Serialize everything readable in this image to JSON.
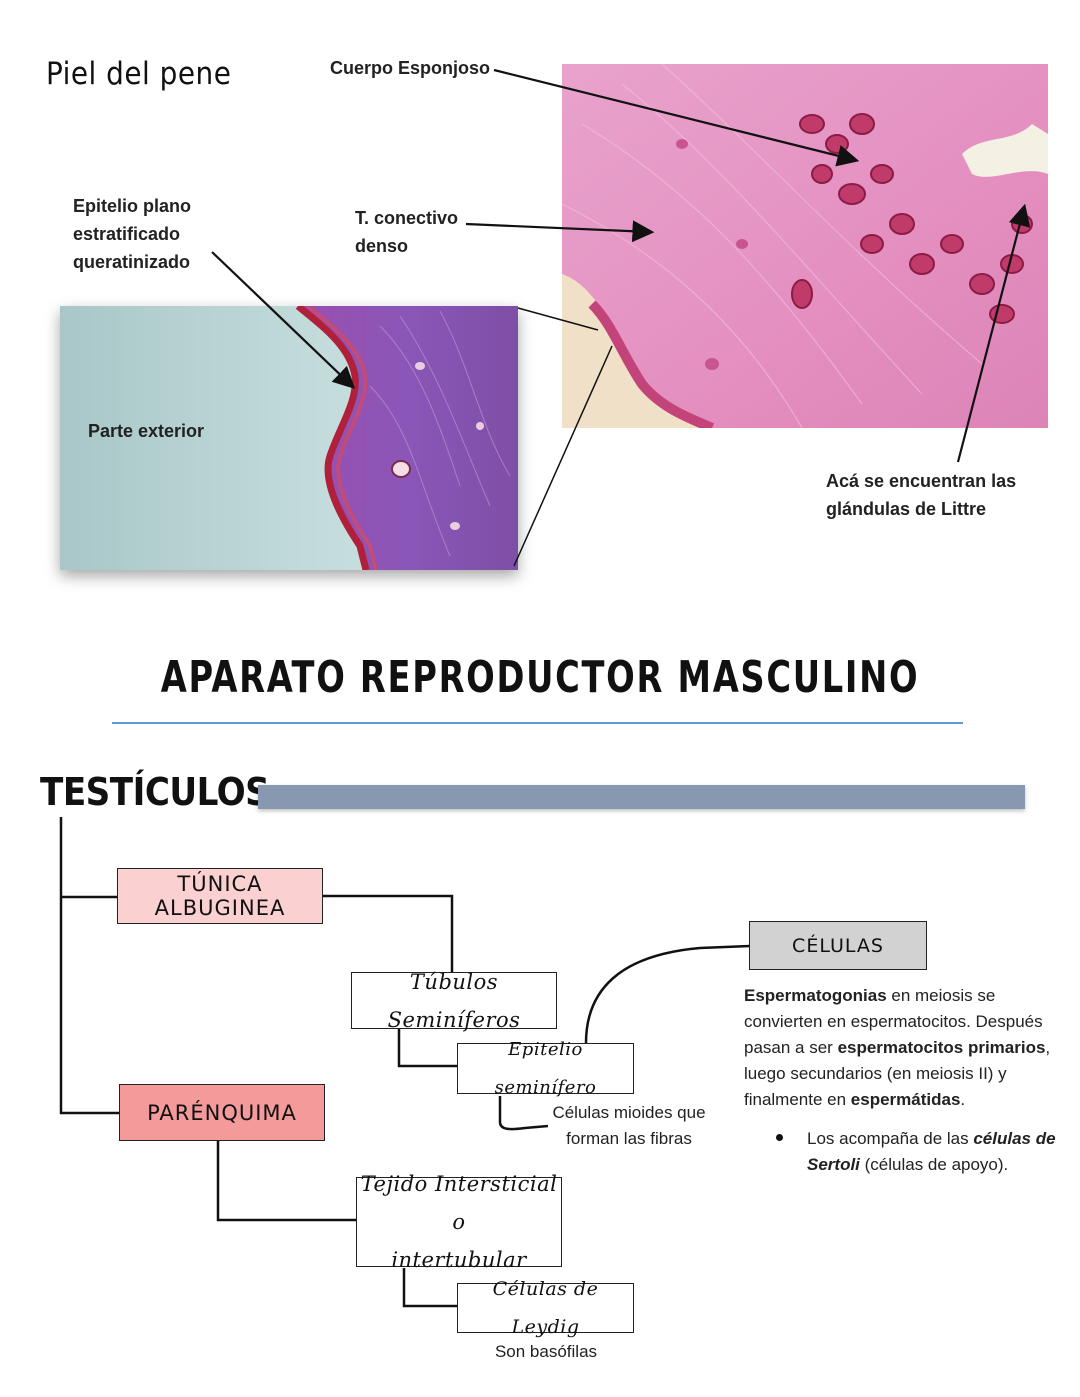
{
  "section_top": {
    "title": "Piel del pene",
    "label_cuerpo": "Cuerpo Esponjoso",
    "label_epitelio": [
      "Epitelio plano",
      "estratificado",
      "queratinizado"
    ],
    "label_conectivo": [
      "T. conectivo",
      "denso"
    ],
    "label_exterior": "Parte exterior",
    "label_glandulas": [
      "Acá se encuentran las",
      "glándulas de Littre"
    ]
  },
  "main_title": "APARATO REPRODUCTOR MASCULINO",
  "testiculos": {
    "heading": "TESTÍCULOS",
    "tunica": "TÚNICA ALBUGINEA",
    "parenquima": "PARÉNQUIMA",
    "tubulos": "Túbulos Seminíferos",
    "epitelio": "Epitelio seminífero",
    "mioides": [
      "Células mioides que",
      "forman las fibras"
    ],
    "tejido": [
      "Tejido Intersticial o",
      "intertubular"
    ],
    "leydig": "Células de Leydig",
    "leydig_note": "Son basófilas",
    "celulas": "CÉLULAS",
    "celulas_text": {
      "p1_bold": "Espermatogonias",
      "p1_a": " en meiosis se",
      "p2": "convierten en espermatocitos. Después",
      "p3_a": "pasan a ser ",
      "p3_bold": "espermatocitos primarios",
      "p3_b": ",",
      "p4": "luego secundarios (en meiosis II) y",
      "p5_a": "finalmente en ",
      "p5_bold": "espermátidas",
      "p5_b": "."
    },
    "bullet": {
      "a": "Los acompaña de las ",
      "bold": "células de",
      "c": "Sertoli",
      "d": " (células de apoyo)."
    }
  },
  "colors": {
    "tunica_fill": "#fbd0d0",
    "parenquima_fill": "#f49a9a",
    "celulas_fill": "#d2d2d2",
    "rule_blue": "#5b9bd5",
    "bar_gray": "#8898b0",
    "tissue_pink": "#e07aa8",
    "tissue_purple": "#8a4fa8"
  }
}
